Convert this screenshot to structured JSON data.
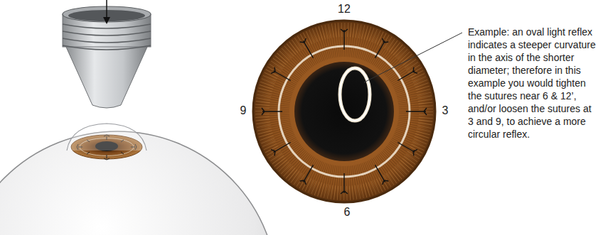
{
  "diagram": {
    "labels": [
      "12",
      "9",
      "3",
      "6",
      "Example: an oval light reflex indicates a steeper curvature in the axis of the shorter diameter; therefore in this example you would tighten the sutures near 6 & 12’, and/or loosen the sutures at 3 and 9, to achieve a more circular reflex."
    ]
  }
}
